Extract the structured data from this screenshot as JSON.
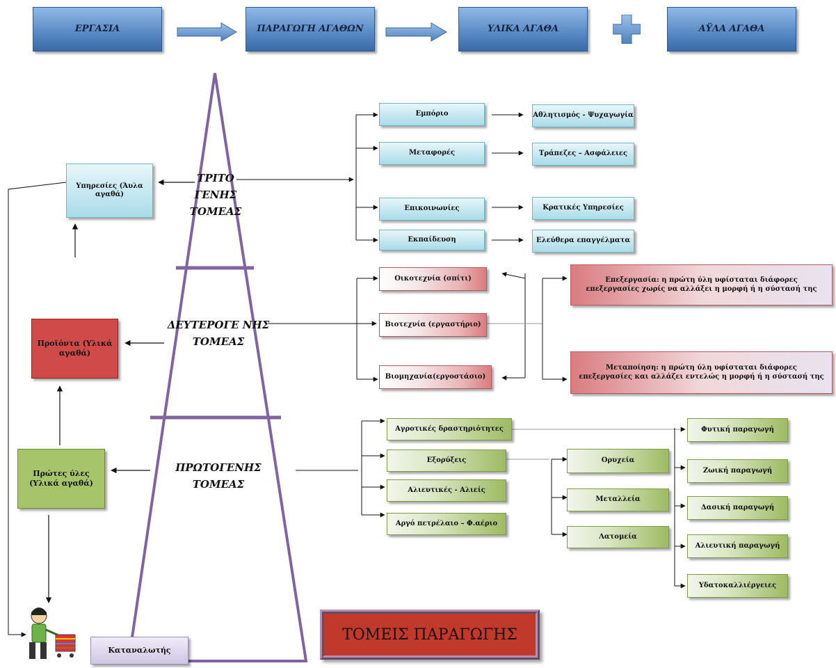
{
  "top_row": {
    "labour": "ΕΡΓΑΣΙΑ",
    "production": "ΠΑΡΑΓΩΓΗ ΑΓΑΘΩΝ",
    "material_goods": "ΥΛΙΚΑ ΑΓΑΘΑ",
    "immaterial_goods": "ΑΫΛΑ ΑΓΑΘΑ"
  },
  "sectors": {
    "tertiary": "ΤΡΙΤΟ ΓΕΝΗΣ ΤΟΜΕΑΣ",
    "secondary": "ΔΕΥΤΕΡΟΓΕ ΝΗΣ ΤΟΜΕΑΣ",
    "primary": "ΠΡΩΤΟΓΕΝΗΣ ΤΟΜΕΑΣ"
  },
  "outputs": {
    "services": "Υπηρεσίες (Άυλα αγαθά)",
    "products": "Προϊόντα (Υλικά αγαθά)",
    "raw_materials": "Πρώτες ύλες (Υλικά αγαθά)",
    "consumer": "Καταναλωτής"
  },
  "tertiary_items": [
    "Εμπόριο",
    "Μεταφορές",
    "Επικοινωνίες",
    "Εκπαίδευση"
  ],
  "tertiary_examples": [
    "Αθλητισμός - Ψυχαγωγία",
    "Τράπεζες – Ασφάλειες",
    "Κρατικές Υπηρεσίες",
    "Ελεύθερα επαγγέλματα"
  ],
  "secondary_items": [
    "Οικοτεχνία (σπίτι)",
    "Βιοτεχνία (εργαστήριο)",
    "Βιομηχανία(εργοστάσιο)"
  ],
  "secondary_defs": [
    "Επεξεργασία: η πρώτη ύλη υφίσταται διάφορες επεξεργασίες χωρίς να αλλάξει η μορφή ή η σύστασή της",
    "Μεταποίηση: η πρώτη ύλη υφίσταται διάφορες επεξεργασίες και αλλάζει εντελώς η μορφή ή η σύστασή της"
  ],
  "primary_items": [
    "Αγροτικές δραστηριότητες",
    "Εξορύξεις",
    "Αλιευτικές - Αλιείς",
    "Αργό πετρέλαιο – Φ.αέριο"
  ],
  "extraction_items": [
    "Ορυχεία",
    "Μεταλλεία",
    "Λατομεία"
  ],
  "agri_items": [
    "Φυτική παραγωγή",
    "Ζωική παραγωγή",
    "Δασική παραγωγή",
    "Αλιευτική παραγωγή",
    "Υδατοκαλλιέργειες"
  ],
  "title": "ΤΟΜΕΙΣ ΠΑΡΑΓΩΓΗΣ",
  "colors": {
    "blue": "#4f81bd",
    "cyan": "#a9dbe8",
    "red": "#d04a4a",
    "green": "#9dbb62",
    "pyramid": "#8064a2"
  }
}
